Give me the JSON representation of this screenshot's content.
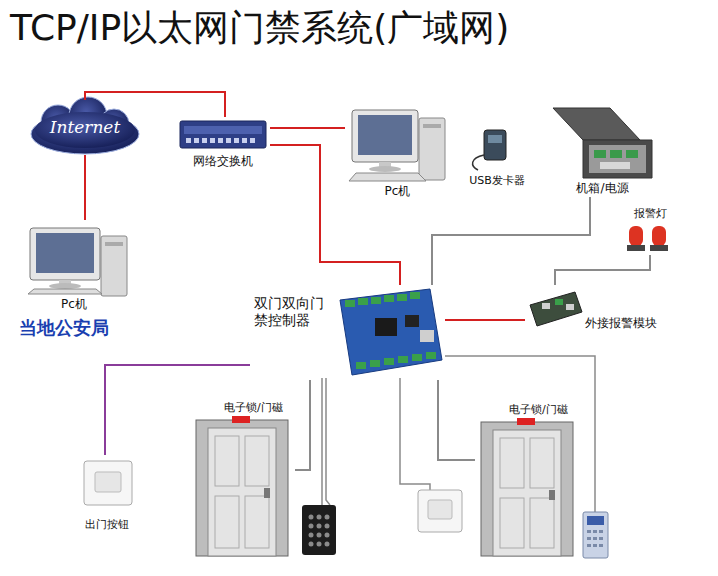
{
  "diagram": {
    "title": "TCP/IP以太网门禁系统(广域网)",
    "nodes": [
      {
        "text": [
          "Internet"
        ]
      },
      {
        "text": [
          "网络交换机"
        ]
      },
      {
        "text": [
          "Pc机"
        ]
      },
      {
        "text": [
          "USB发卡器"
        ]
      },
      {
        "text": [
          "机箱/电源"
        ]
      },
      {
        "text": [
          "Pc机",
          "当地公安局"
        ]
      },
      {
        "text": [
          "报警灯"
        ]
      },
      {
        "text": [
          "双门双向门禁控制器"
        ]
      },
      {
        "text": [
          "外接报警模块"
        ]
      },
      {
        "text": [
          "电子锁/门磁"
        ]
      },
      {
        "text": [
          "电子锁/门磁"
        ]
      },
      {
        "text": [
          "出门按钮"
        ]
      }
    ],
    "edges": [
      {
        "from": 0,
        "to": 1,
        "arrow": "none"
      },
      {
        "from": 0,
        "to": 5,
        "arrow": "none"
      },
      {
        "from": 1,
        "to": 2,
        "arrow": "none"
      },
      {
        "from": 1,
        "to": 7,
        "arrow": "none"
      },
      {
        "from": 4,
        "to": 7,
        "arrow": "none"
      },
      {
        "from": 6,
        "to": 8,
        "arrow": "none"
      },
      {
        "from": 8,
        "to": 7,
        "arrow": "none"
      },
      {
        "from": 7,
        "to": 9,
        "arrow": "none"
      },
      {
        "from": 7,
        "to": 10,
        "arrow": "none"
      },
      {
        "from": 7,
        "to": 11,
        "arrow": "none"
      }
    ]
  }
}
